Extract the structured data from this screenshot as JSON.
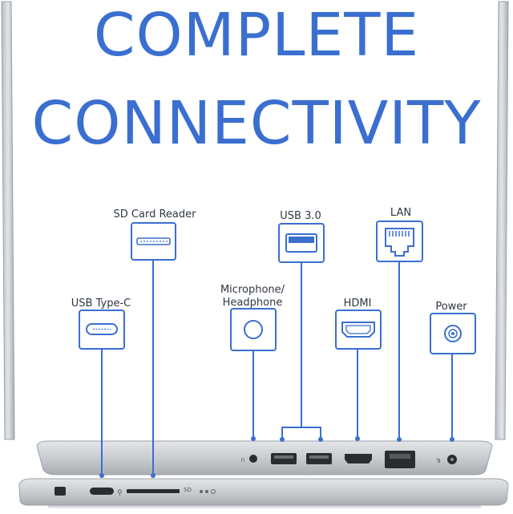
{
  "headline": {
    "line1": "COMPLETE",
    "line2": "CONNECTIVITY"
  },
  "colors": {
    "accent": "#3a6fd0",
    "label_text": "#2f3742",
    "chassis": "#c9ccd0",
    "port_dark": "#2a2c30"
  },
  "ports": {
    "usb_type_c": {
      "label": "USB Type-C",
      "icon": "usb-type-c-icon"
    },
    "sd_card_reader": {
      "label": "SD Card Reader",
      "icon": "sd-card-slot-icon"
    },
    "microphone_headphone": {
      "label_line1": "Microphone/",
      "label_line2": "Headphone",
      "icon": "audio-jack-icon"
    },
    "usb_3_0": {
      "label": "USB 3.0",
      "icon": "usb-a-icon"
    },
    "hdmi": {
      "label": "HDMI",
      "icon": "hdmi-icon"
    },
    "lan": {
      "label": "LAN",
      "icon": "ethernet-icon"
    },
    "power": {
      "label": "Power",
      "icon": "power-jack-icon"
    }
  },
  "chassis_marks": {
    "sd_text": "SD"
  }
}
